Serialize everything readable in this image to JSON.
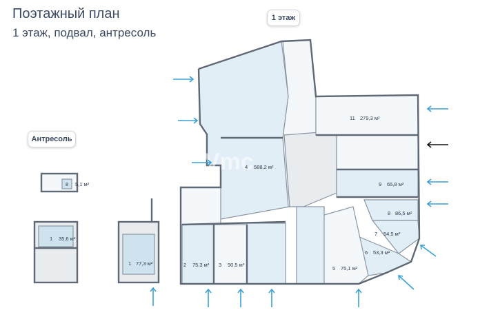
{
  "header": {
    "title": "Поэтажный план",
    "subtitle": "1 этаж, подвал, антресоль"
  },
  "tabs": {
    "floor": "1 этаж",
    "mezzanine": "Антресоль"
  },
  "watermark": "Vmc",
  "colors": {
    "room_fill": "#e1eef6",
    "room_dark": "#cfe3ef",
    "wall": "#5f6875",
    "arrow": "#3aa0d2",
    "main_entrance_arrow": "#111111"
  },
  "rooms": [
    {
      "num": "11",
      "area": "279,3 м²"
    },
    {
      "num": "4",
      "area": "588,2 м²"
    },
    {
      "num": "9",
      "area": "65,8 м²"
    },
    {
      "num": "8",
      "area": "86,5 м²"
    },
    {
      "num": "7",
      "area": "54,5 м²"
    },
    {
      "num": "6",
      "area": "53,3 м²"
    },
    {
      "num": "5",
      "area": "75,1 м²"
    },
    {
      "num": "2",
      "area": "75,3 м²"
    },
    {
      "num": "3",
      "area": "90,5 м²"
    },
    {
      "num": "1",
      "area": "77,3 м²"
    }
  ],
  "mezzanine_rooms": [
    {
      "num": "8",
      "area": "5,1 м²"
    },
    {
      "num": "1",
      "area": "35,6 м²"
    }
  ]
}
